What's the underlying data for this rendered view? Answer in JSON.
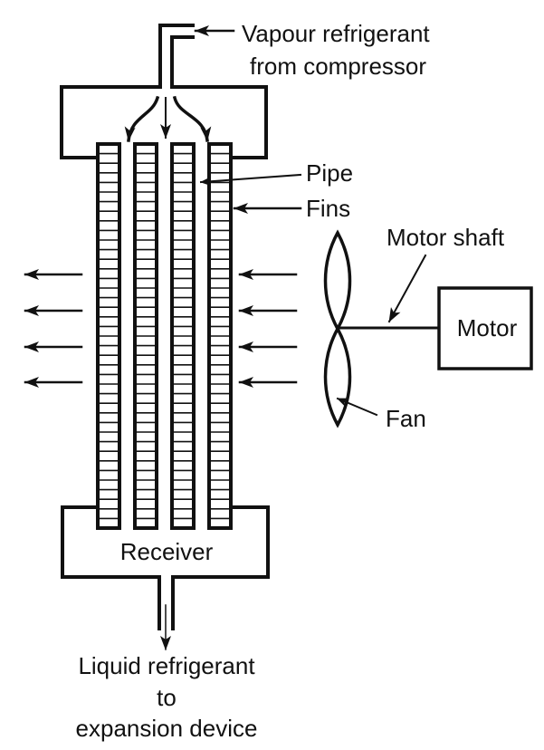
{
  "diagram": {
    "title": "Air-cooled condenser",
    "labels": {
      "inlet_line1": "Vapour refrigerant",
      "inlet_line2": "from compressor",
      "pipe": "Pipe",
      "fins": "Fins",
      "motor_shaft": "Motor shaft",
      "motor": "Motor",
      "fan": "Fan",
      "receiver": "Receiver",
      "outlet_line1": "Liquid refrigerant",
      "outlet_line2": "to",
      "outlet_line3": "expansion device"
    },
    "components": {
      "finned_tubes": 4,
      "air_flow_arrows_per_side": 4,
      "header_flow_arrows": 3,
      "air_flow_direction": "right-to-left",
      "ink_color": "#111111",
      "background_color": "#ffffff"
    }
  }
}
